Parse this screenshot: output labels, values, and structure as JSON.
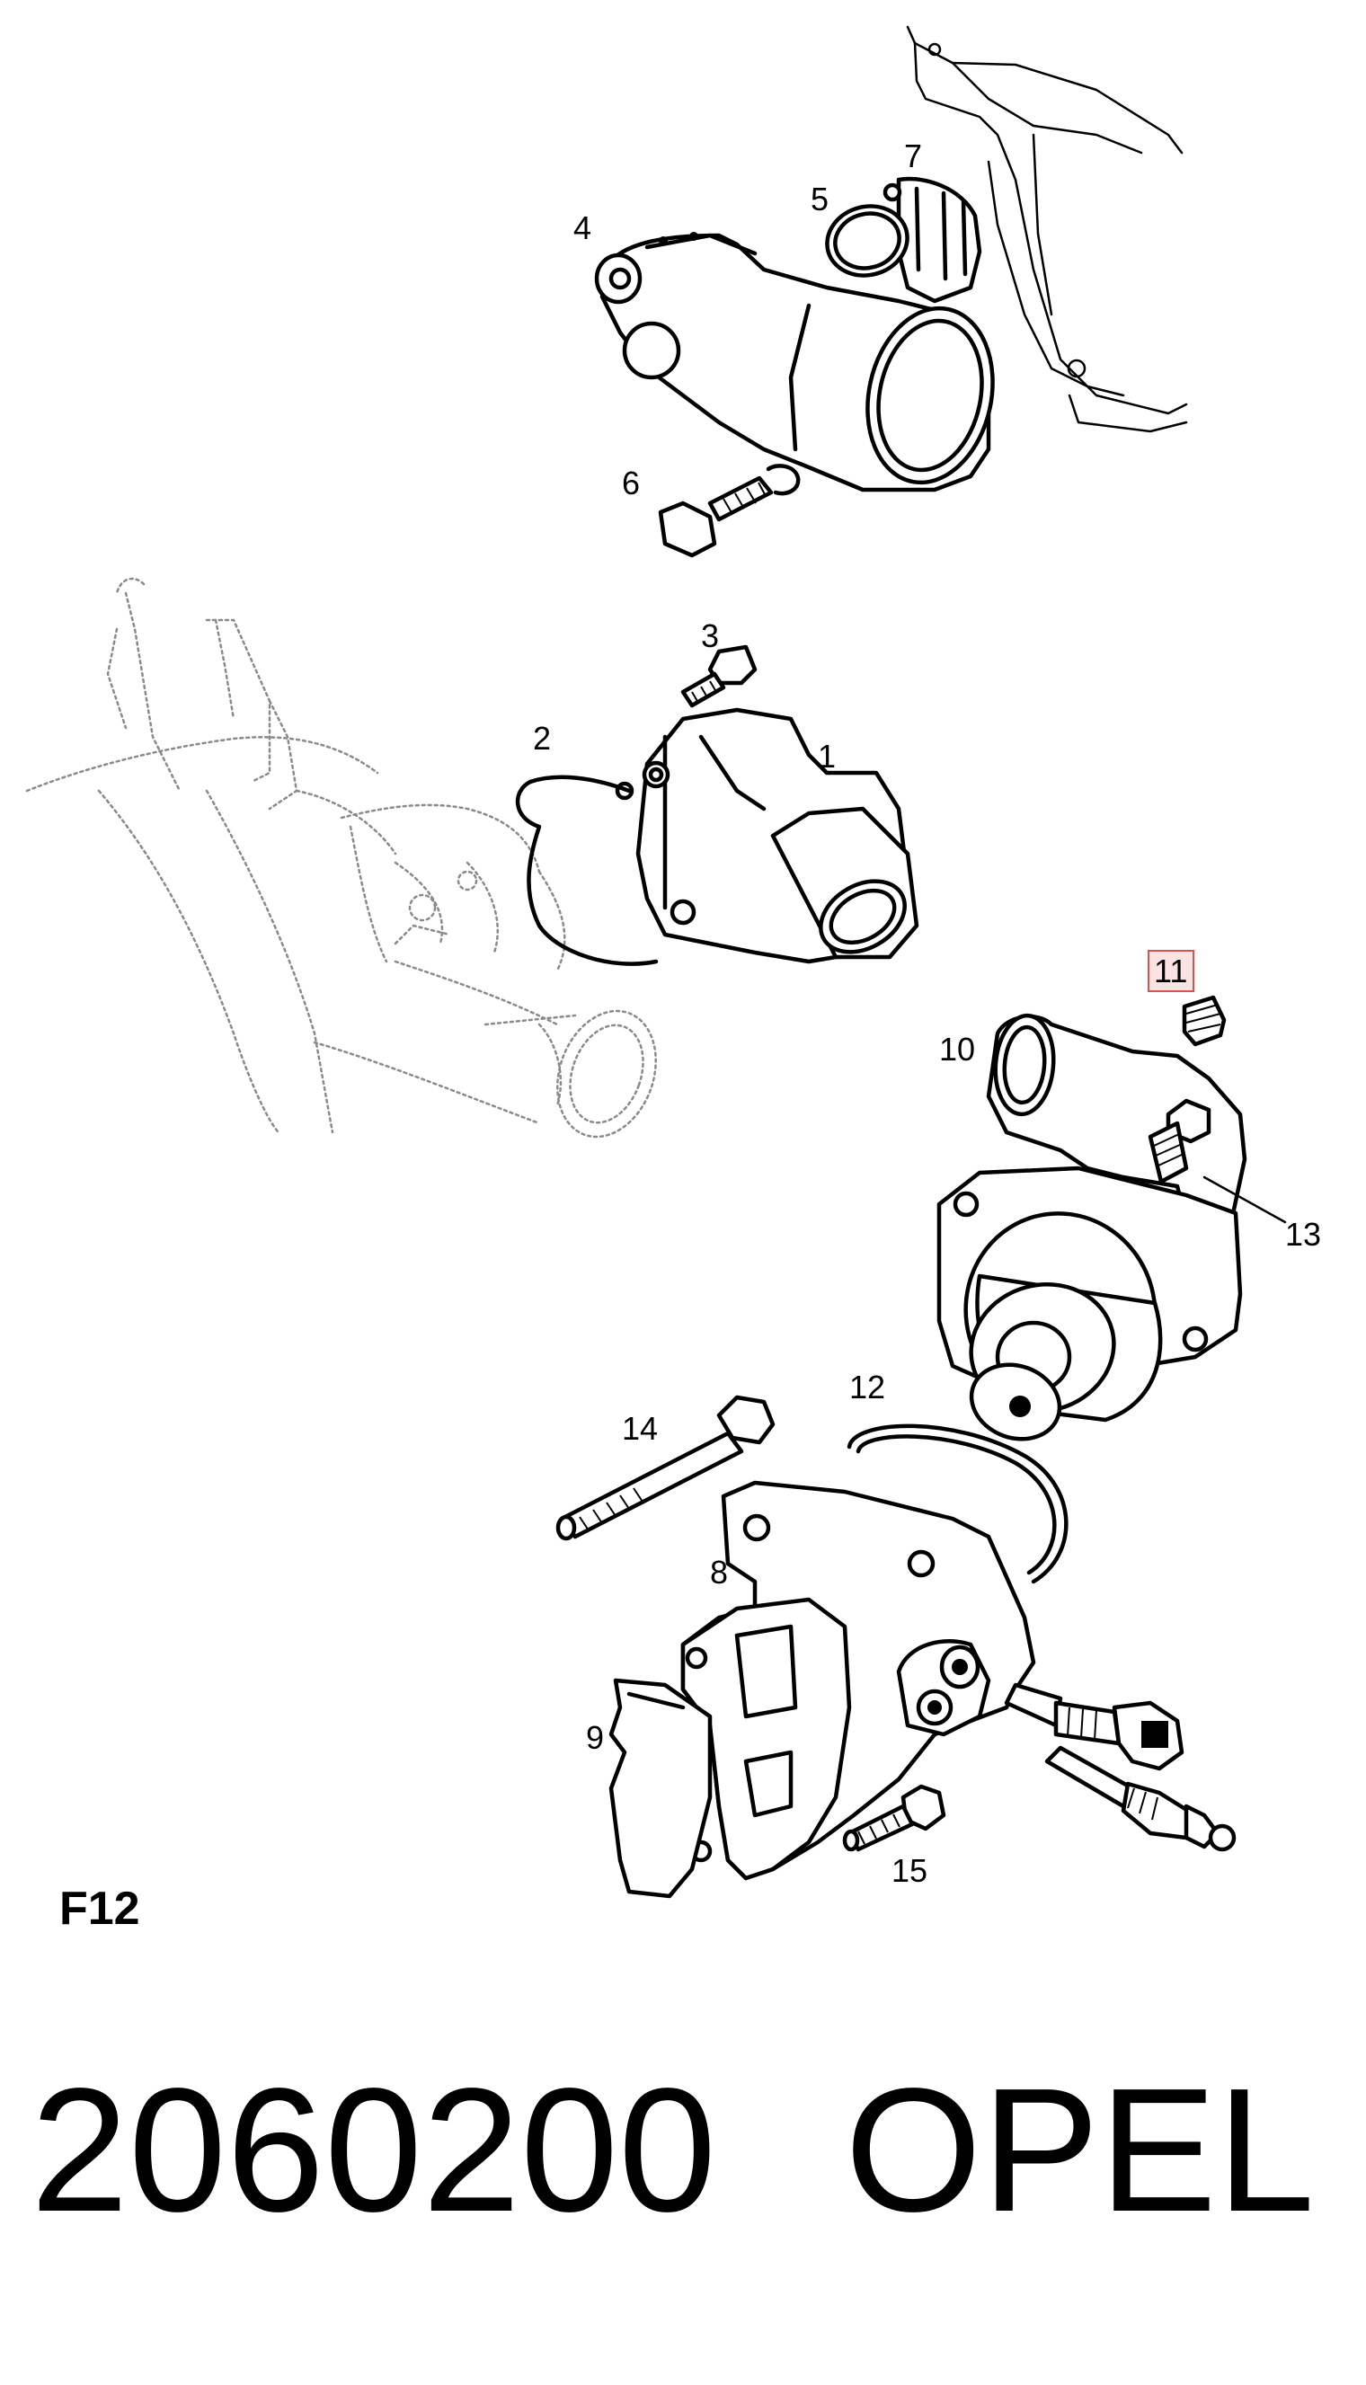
{
  "figure_code": "F12",
  "part_number": "2060200",
  "brand": "OPEL",
  "highlighted_callout": "11",
  "highlight_color": "#d9534f",
  "callouts": {
    "c1": "1",
    "c2": "2",
    "c3": "3",
    "c4": "4",
    "c5": "5",
    "c6": "6",
    "c7": "7",
    "c8": "8",
    "c9": "9",
    "c10": "10",
    "c11": "11",
    "c12": "12",
    "c13": "13",
    "c14": "14",
    "c15": "15"
  }
}
